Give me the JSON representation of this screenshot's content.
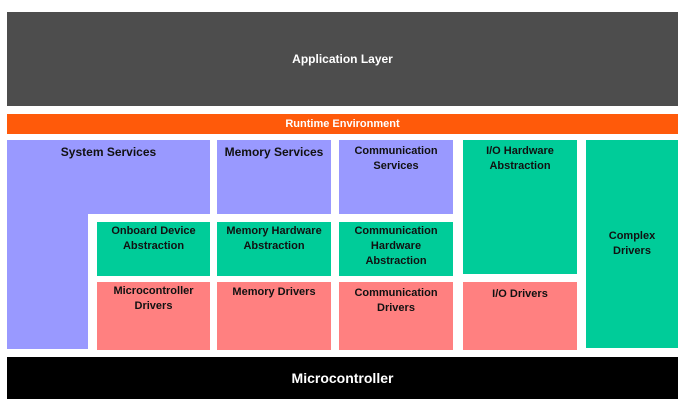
{
  "colors": {
    "application": "#4d4d4d",
    "runtime": "#ff5a0a",
    "services": "#9999ff",
    "abstraction": "#00cc99",
    "drivers": "#ff8080",
    "microcontroller": "#000000"
  },
  "layers": {
    "application": "Application Layer",
    "runtime": "Runtime Environment",
    "system_services": "System Services",
    "memory_services": "Memory Services",
    "communication_services": "Communication Services",
    "io_hardware_abstraction": "I/O Hardware Abstraction",
    "complex_drivers": "Complex Drivers",
    "onboard_device_abstraction": "Onboard Device Abstraction",
    "memory_hardware_abstraction": "Memory Hardware Abstraction",
    "communication_hardware_abstraction": "Communication Hardware Abstraction",
    "microcontroller_drivers": "Microcontroller Drivers",
    "memory_drivers": "Memory Drivers",
    "communication_drivers": "Communication Drivers",
    "io_drivers": "I/O Drivers",
    "microcontroller": "Microcontroller"
  }
}
